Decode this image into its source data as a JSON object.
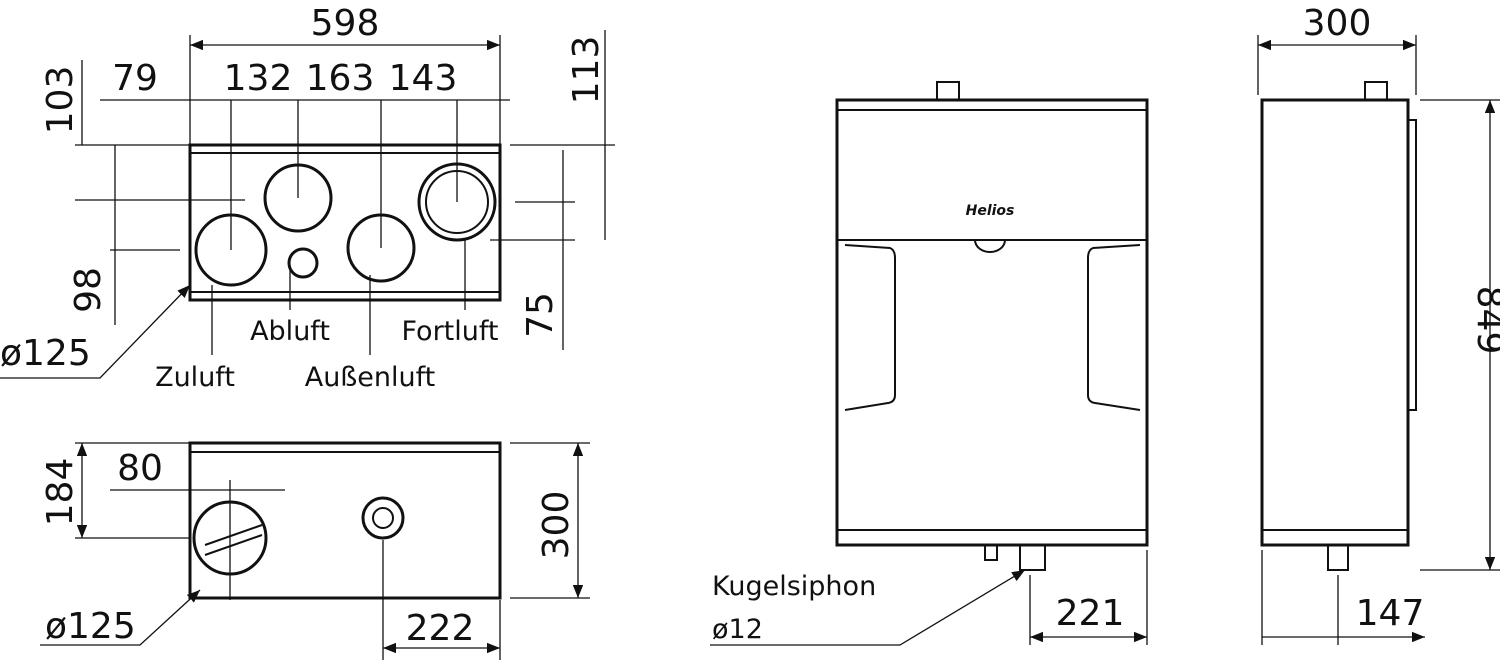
{
  "top_view": {
    "dims": {
      "width": "598",
      "d79": "79",
      "d132": "132",
      "d163": "163",
      "d143": "143",
      "d103": "103",
      "d113": "113",
      "d98": "98",
      "d75": "75",
      "diameter": "ø125"
    },
    "labels": {
      "zuluft": "Zuluft",
      "abluft": "Abluft",
      "aussenluft": "Außenluft",
      "fortluft": "Fortluft"
    }
  },
  "bottom_view": {
    "dims": {
      "d184": "184",
      "d80": "80",
      "d300": "300",
      "diameter": "ø125",
      "d222": "222"
    }
  },
  "front_view": {
    "logo": "Helios",
    "siphon_label": "Kugelsiphon",
    "siphon_diameter": "ø12",
    "d221": "221"
  },
  "side_view": {
    "dims": {
      "depth": "300",
      "height": "849",
      "d147": "147"
    }
  }
}
